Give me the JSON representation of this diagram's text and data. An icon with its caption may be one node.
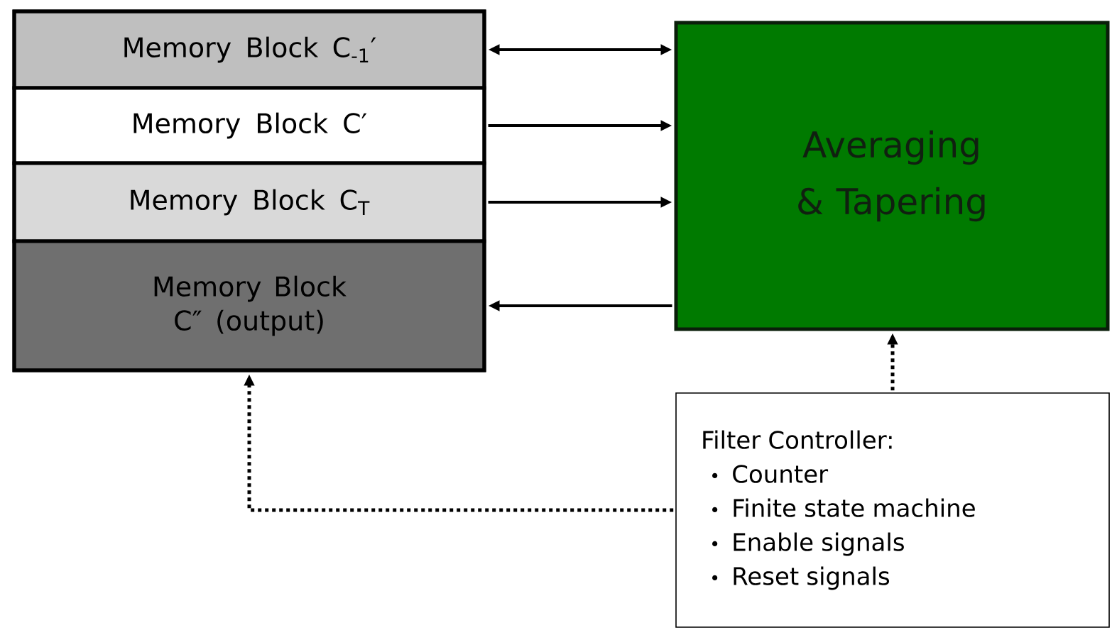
{
  "diagram": {
    "nodes": [
      {
        "text": [
          "Memory Block C$_{-1}$′"
        ]
      },
      {
        "text": [
          "Memory Block C′"
        ]
      },
      {
        "text": [
          "Memory Block C$_{T}$"
        ]
      },
      {
        "text": [
          "Memory Block C″ (output)"
        ]
      },
      {
        "text": [
          "Averaging & Tapering"
        ]
      },
      {
        "text": [
          "Filter Controller:",
          "Counter",
          "Finite state machine",
          "Enable signals",
          "Reset signals"
        ]
      }
    ],
    "edges": [
      {
        "from": 0,
        "to": 4,
        "arrow": "both"
      },
      {
        "from": 1,
        "to": 4,
        "arrow": "to"
      },
      {
        "from": 2,
        "to": 4,
        "arrow": "to"
      },
      {
        "from": 4,
        "to": 3,
        "arrow": "to"
      },
      {
        "from": 5,
        "to": 4,
        "arrow": "to",
        "style": "dashed"
      },
      {
        "from": 5,
        "to": 3,
        "arrow": "to",
        "style": "dashed"
      }
    ]
  }
}
